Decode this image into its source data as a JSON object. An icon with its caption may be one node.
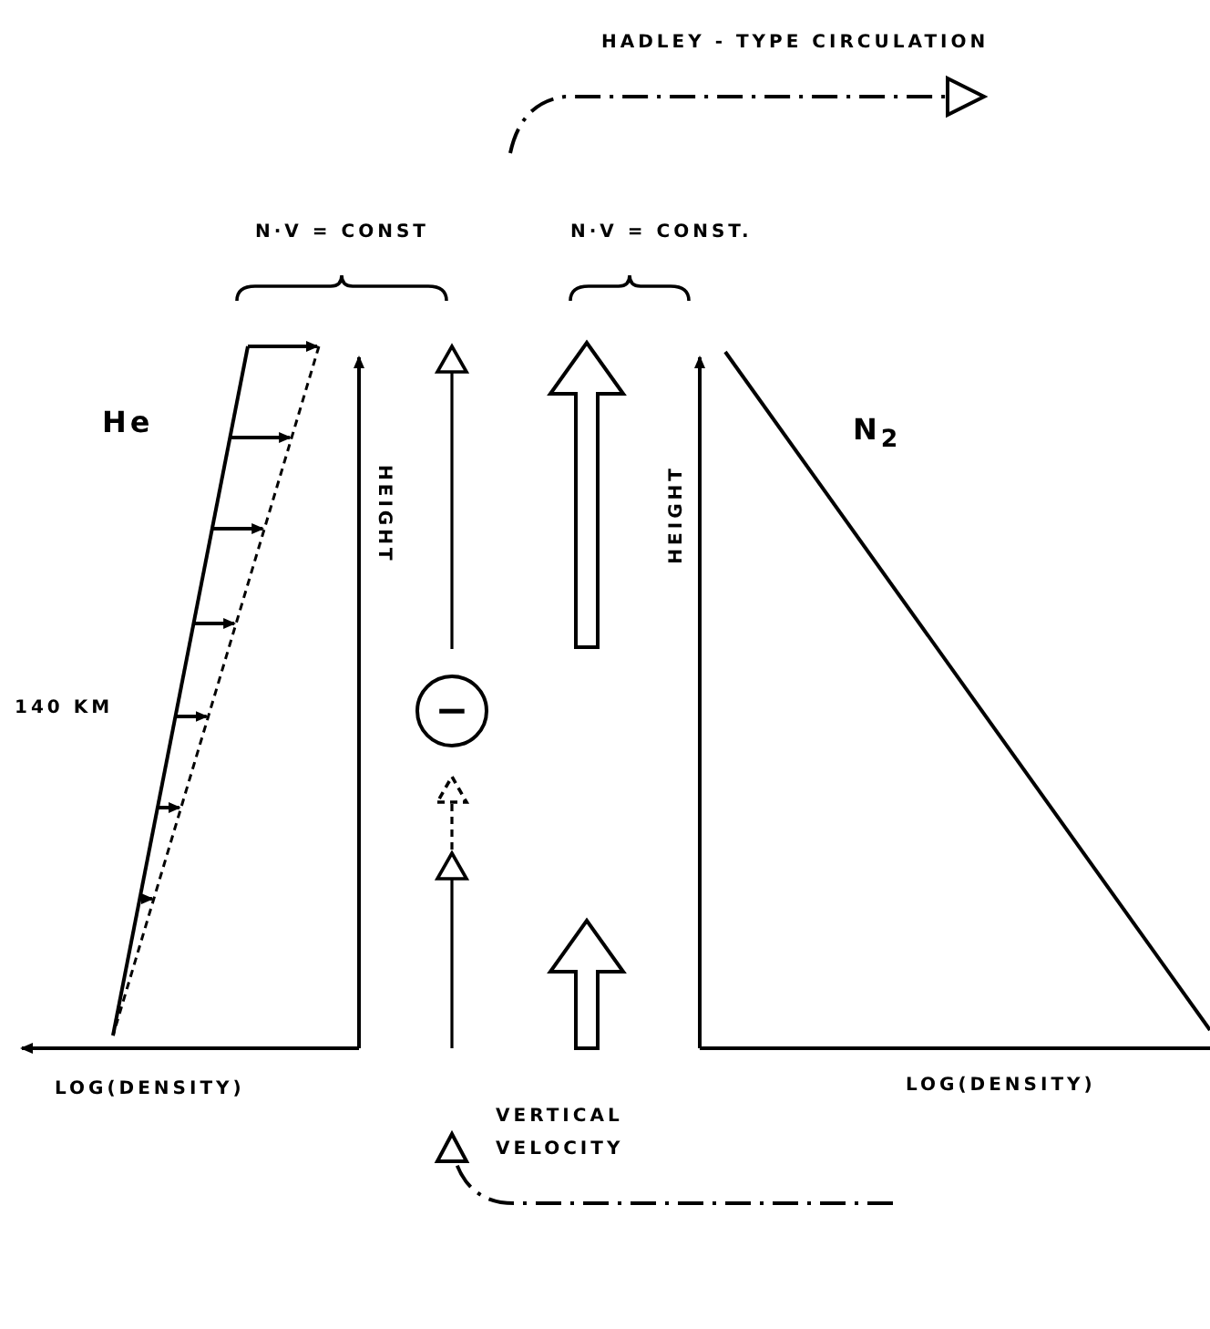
{
  "diagram": {
    "nodes": [
      {
        "text": [
          "−"
        ]
      }
    ],
    "labels": [
      "HADLEY - TYPE CIRCULATION",
      "N·V = CONST",
      "N·V = CONST.",
      "He",
      "N$_{2}$",
      "HEIGHT",
      "HEIGHT",
      "140 KM",
      "LOG(DENSITY)",
      "VERTICAL VELOCITY",
      "LOG(DENSITY)"
    ]
  }
}
